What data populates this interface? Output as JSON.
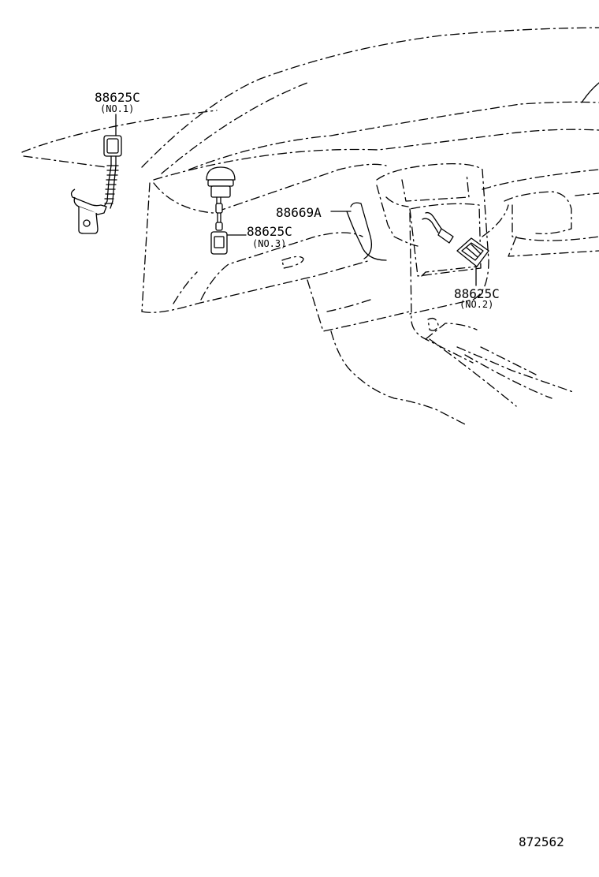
{
  "callouts": [
    {
      "id": "sensor-no1",
      "part": "88625C",
      "sub": "(NO.1)"
    },
    {
      "id": "duct",
      "part": "88669A"
    },
    {
      "id": "sensor-no3",
      "part": "88625C",
      "sub": "(NO.3)"
    },
    {
      "id": "sensor-no2",
      "part": "88625C",
      "sub": "(NO.2)"
    }
  ],
  "figure_number": "872562"
}
